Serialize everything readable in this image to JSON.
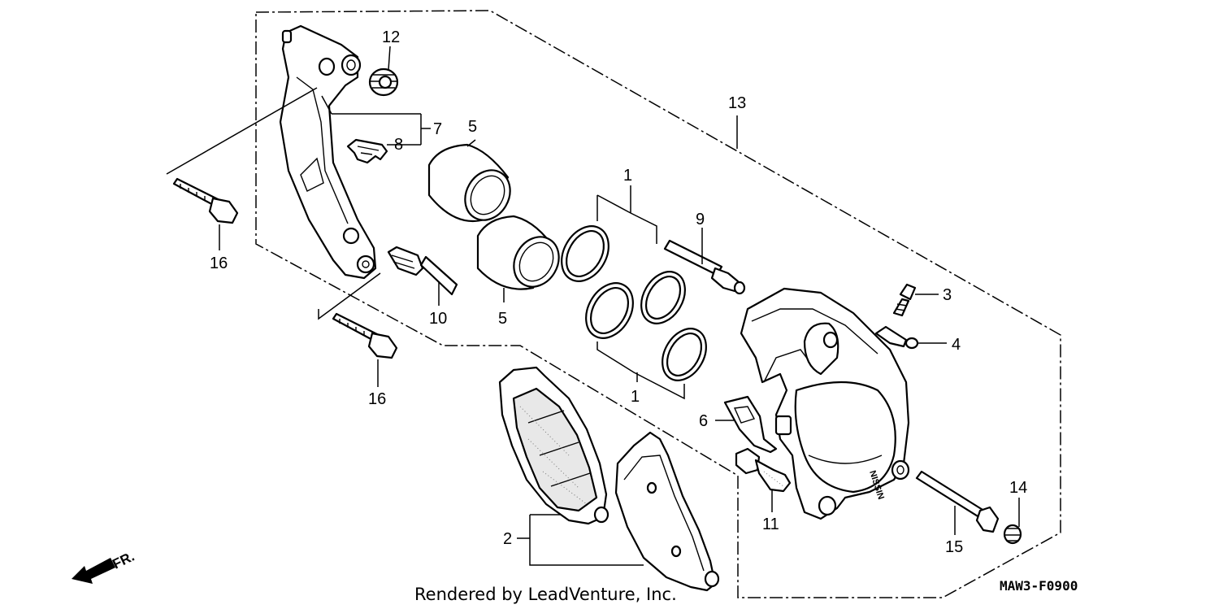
{
  "callouts": {
    "c12": "12",
    "c7": "7",
    "c8": "8",
    "c5a": "5",
    "c5b": "5",
    "c13": "13",
    "c1a": "1",
    "c1b": "1",
    "c9": "9",
    "c3": "3",
    "c4": "4",
    "c16a": "16",
    "c16b": "16",
    "c10": "10",
    "c6": "6",
    "c11": "11",
    "c14": "14",
    "c15": "15",
    "c2": "2"
  },
  "footer": {
    "credit": "Rendered by LeadVenture, Inc.",
    "diagram_code": "MAW3-F0900",
    "front_marker": "FR."
  },
  "caliper_brand": "NISSIN"
}
